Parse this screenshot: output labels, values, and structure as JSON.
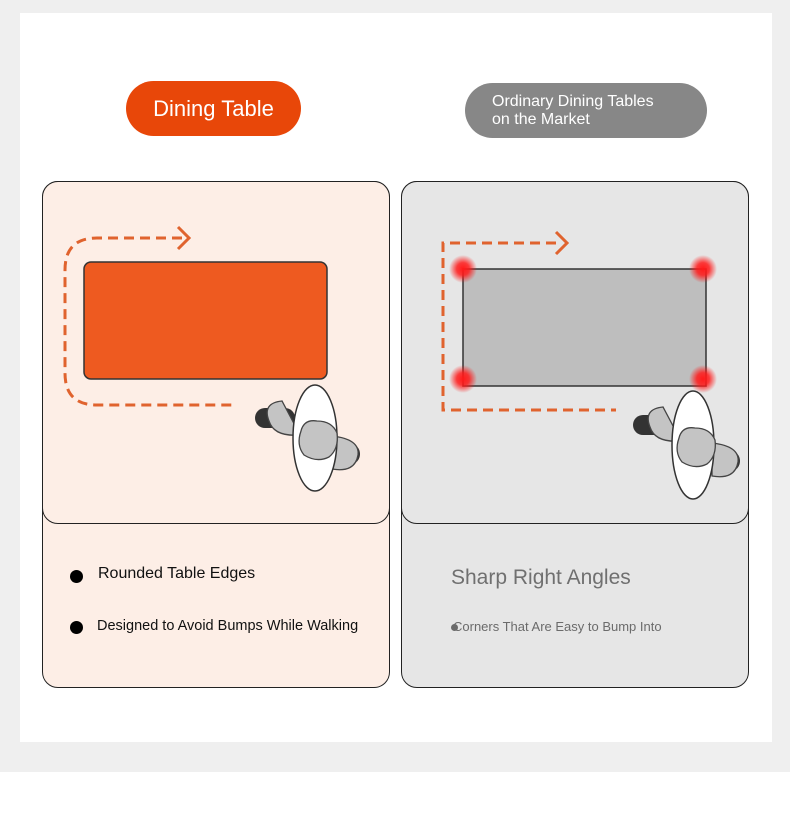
{
  "header": {
    "left_pill": "Dining Table",
    "right_pill": "Ordinary Dining Tables on the Market"
  },
  "left_panel": {
    "point_1": "Rounded Table Edges",
    "point_2": "Designed to Avoid Bumps While Walking"
  },
  "right_panel": {
    "title": "Sharp Right Angles",
    "subtitle": "Corners That Are Easy to Bump Into"
  },
  "colors": {
    "accent": "#e84709",
    "table_orange": "#ee5a20",
    "path_orange": "#e0632e",
    "grey_pill": "#878787",
    "left_panel_bg": "#fdeee6",
    "right_panel_bg": "#e6e6e6",
    "corner_red": "#ff1a1a"
  }
}
